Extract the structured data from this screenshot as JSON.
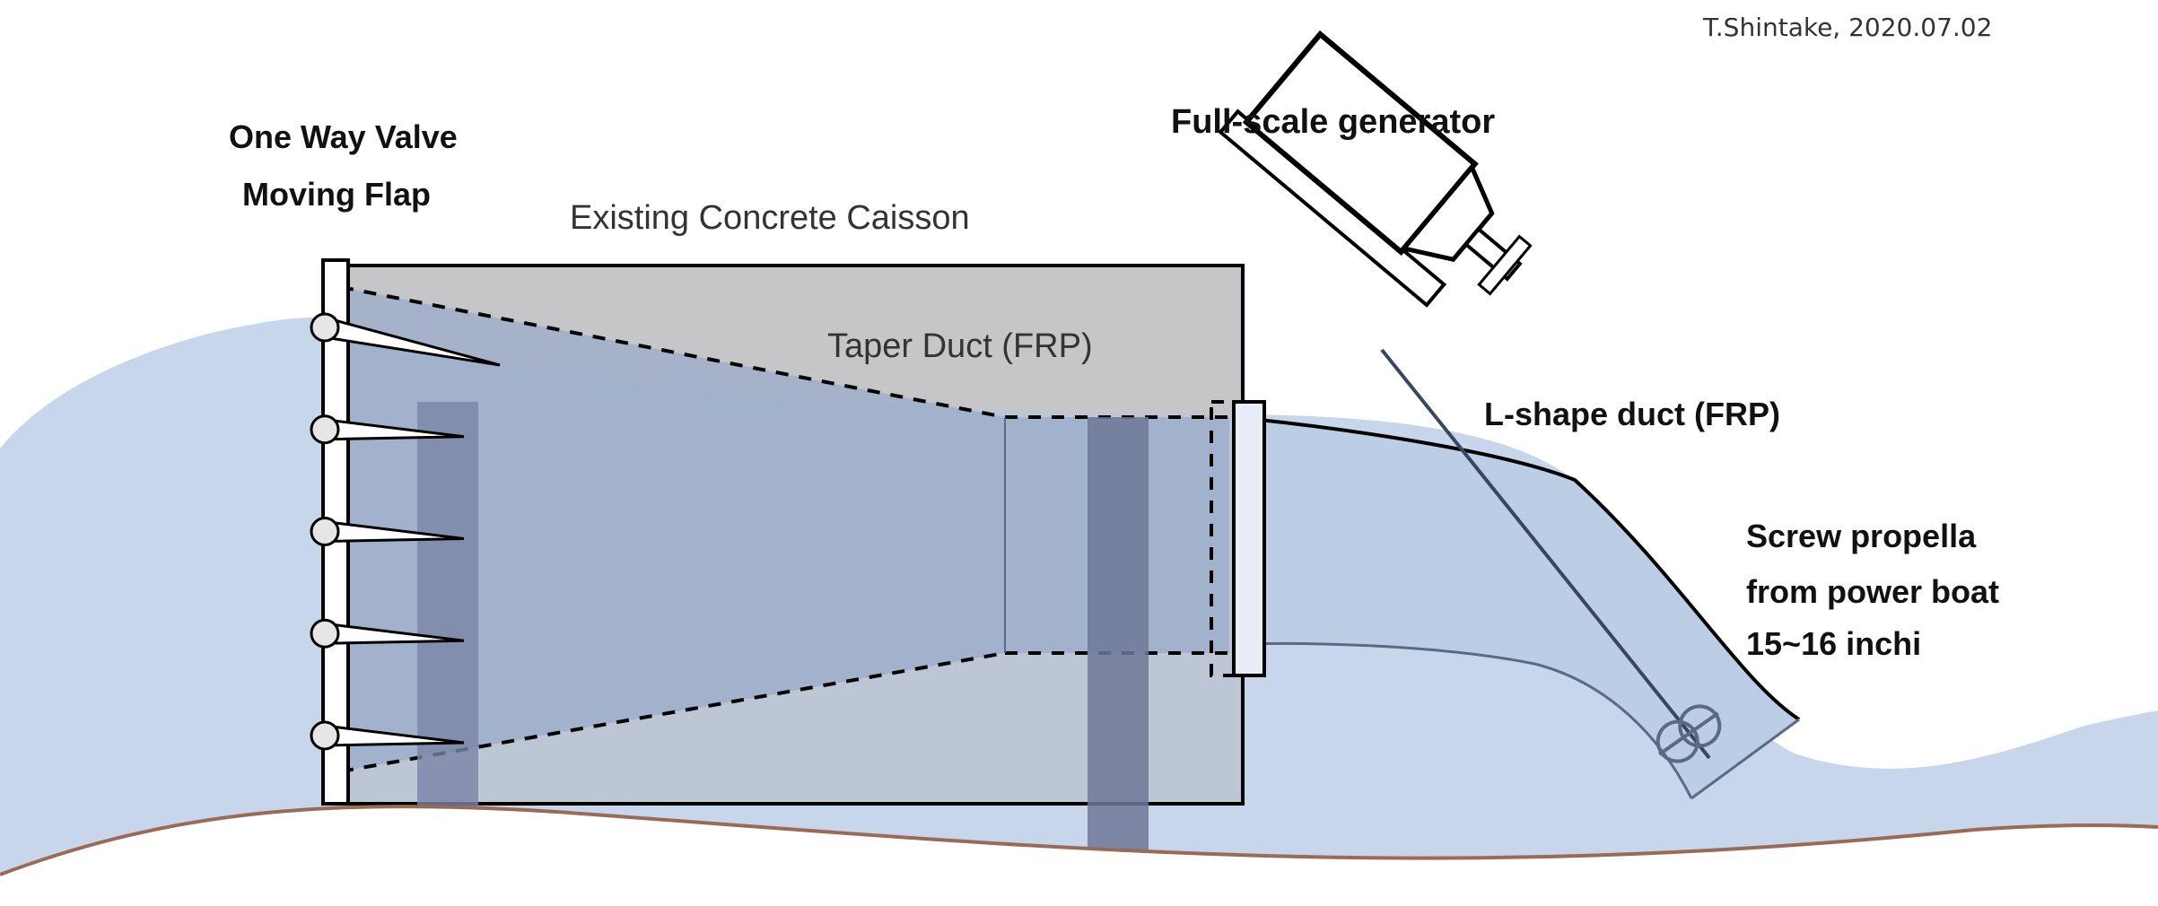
{
  "credit": "T.Shintake, 2020.07.02",
  "labels": {
    "valve_line1": "One Way Valve",
    "valve_line2": "Moving Flap",
    "caisson": "Existing Concrete Caisson",
    "generator": "Full-scale generator",
    "taper_duct": "Taper Duct (FRP)",
    "l_duct": "L-shape duct (FRP)",
    "propeller_line1": "Screw propella",
    "propeller_line2": "from power boat",
    "propeller_line3": "15~16 inchi"
  },
  "colors": {
    "water": "#c7d6ea",
    "caisson": "#c6c6c8",
    "duct_overlay": "#9aabc9",
    "pillar": "#7b84a6",
    "seabed": "#9a6a56",
    "outline": "#000000"
  },
  "flap_count": 5
}
